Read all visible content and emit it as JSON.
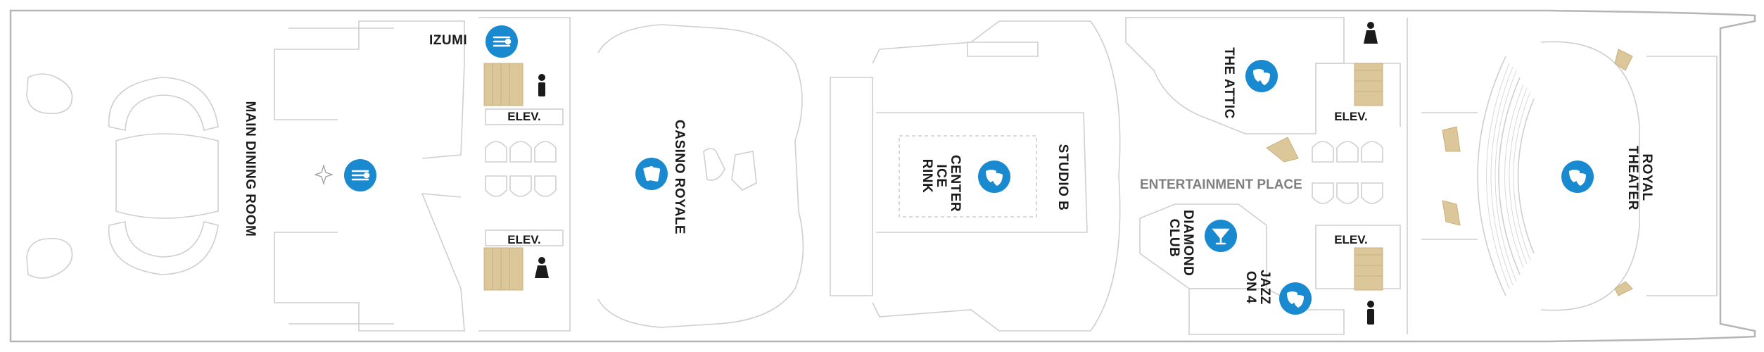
{
  "deck": {
    "colors": {
      "outline": "#b5b5b5",
      "stairs": "#dcc79a",
      "icon": "#1a8ad0",
      "text": "#1a1a1a",
      "muted": "#808080"
    }
  },
  "venues": {
    "izumi": "IZUMI",
    "main_dining_room": "MAIN DINING ROOM",
    "casino_royale": "CASINO ROYALE",
    "center_ice_rink": "CENTER ICE RINK",
    "studio_b": "STUDIO B",
    "the_attic": "THE ATTIC",
    "entertainment_place": "ENTERTAINMENT PLACE",
    "diamond_club": "DIAMOND CLUB",
    "jazz_on_4": "JAZZ ON 4",
    "royal_theater": "ROYAL THEATER"
  },
  "elevators": {
    "label": "ELEV."
  },
  "icons": [
    "dining-icon",
    "theater-masks-icon",
    "casino-cards-icon",
    "cocktail-icon",
    "restroom-icon"
  ]
}
